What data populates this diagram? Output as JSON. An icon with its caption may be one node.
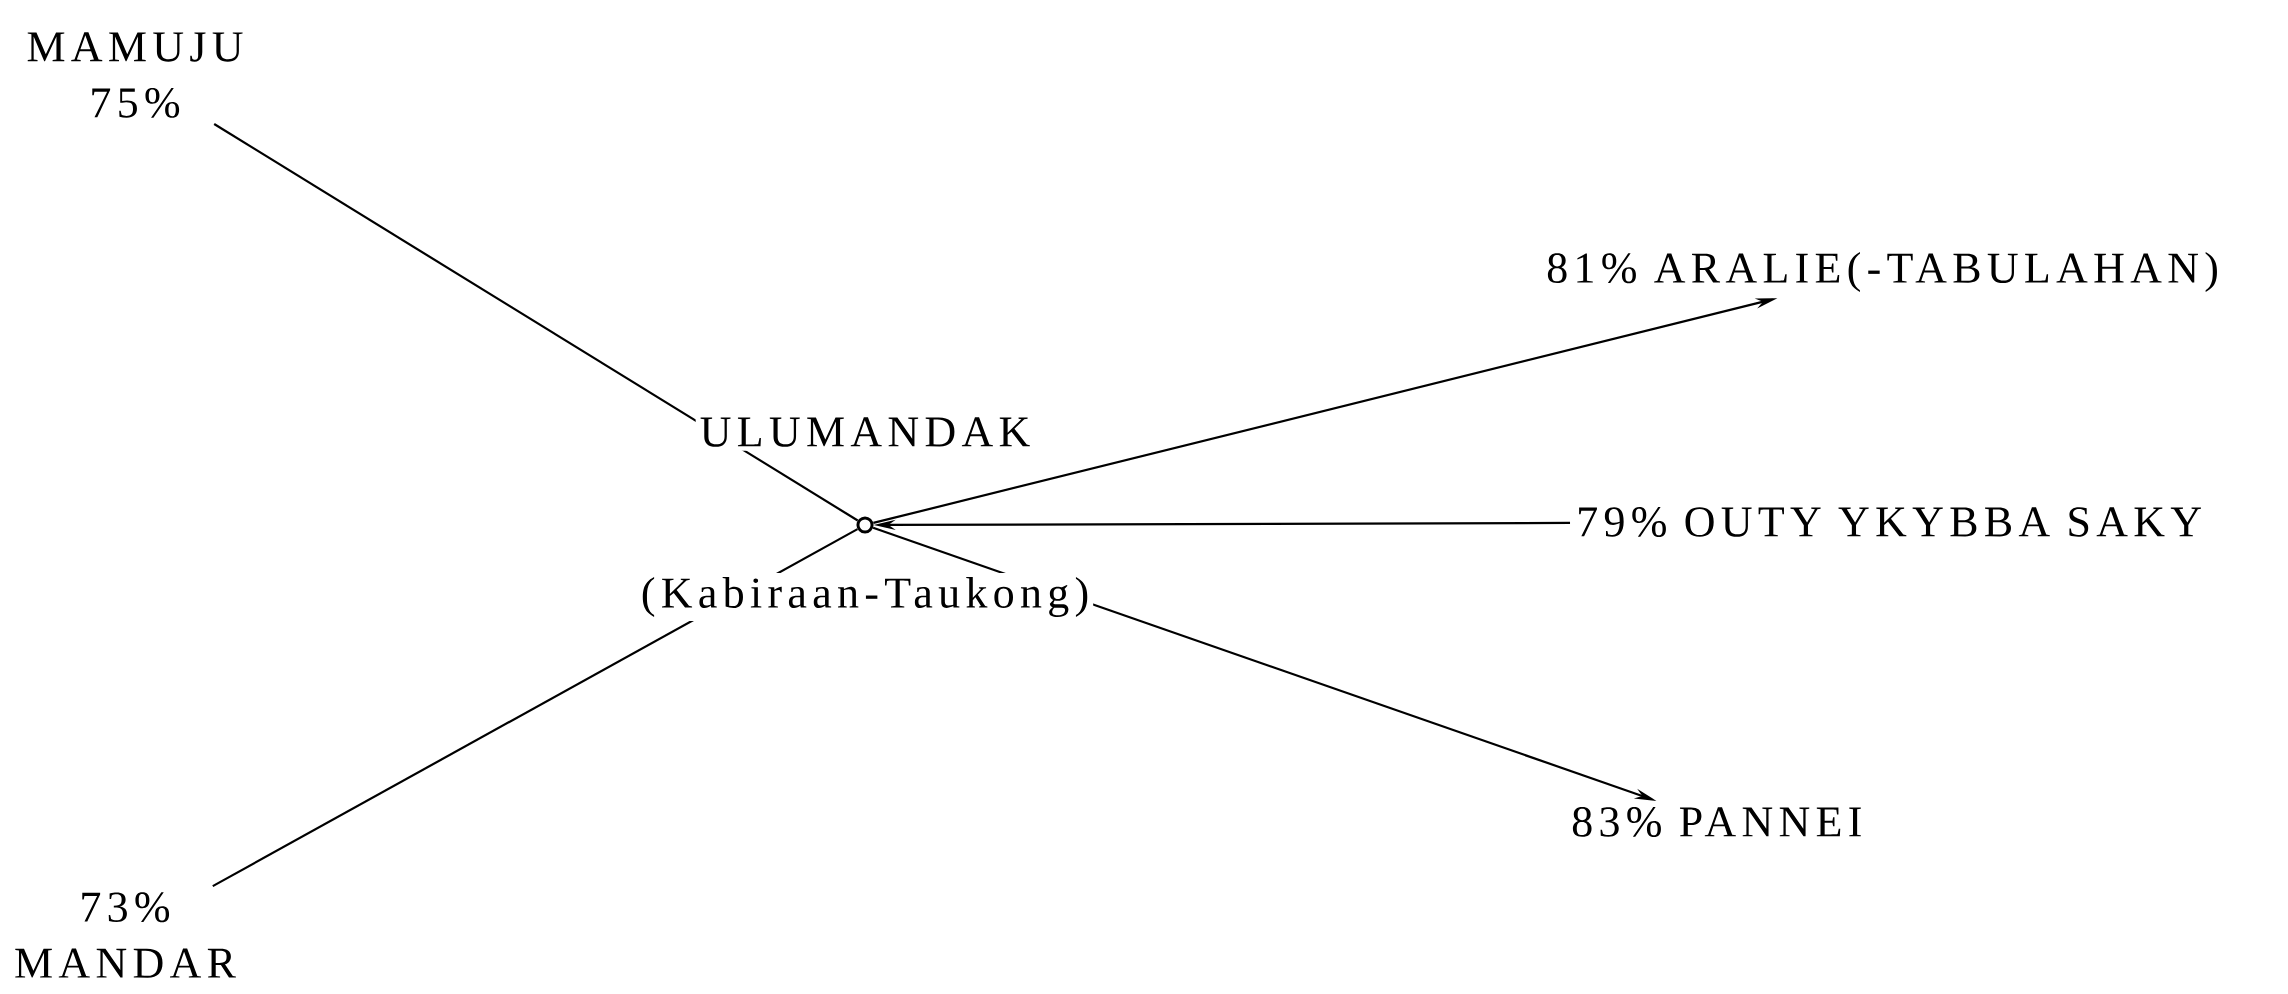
{
  "diagram": {
    "nodes": [
      {
        "text": [],
        "shape": "circle",
        "beside": [
          "ULUMANDAK",
          "(Kabiraan-Taukong)"
        ]
      },
      {
        "text": [
          "MAMUJU",
          "75%"
        ]
      },
      {
        "text": [
          "81% ARALIE(-TABULAHAN)"
        ]
      },
      {
        "text": [
          "79% OUTY YKYBBA SAKY"
        ]
      },
      {
        "text": [
          "83% PANNEI"
        ]
      },
      {
        "text": [
          "73%",
          "MANDAR"
        ]
      }
    ],
    "edges": [
      {
        "from": 0,
        "to": 1,
        "arrow": "none"
      },
      {
        "from": 0,
        "to": 2,
        "arrow": "to"
      },
      {
        "from": 3,
        "to": 0,
        "arrow": "to"
      },
      {
        "from": 0,
        "to": 4,
        "arrow": "to"
      },
      {
        "from": 0,
        "to": 5,
        "arrow": "none"
      }
    ]
  }
}
